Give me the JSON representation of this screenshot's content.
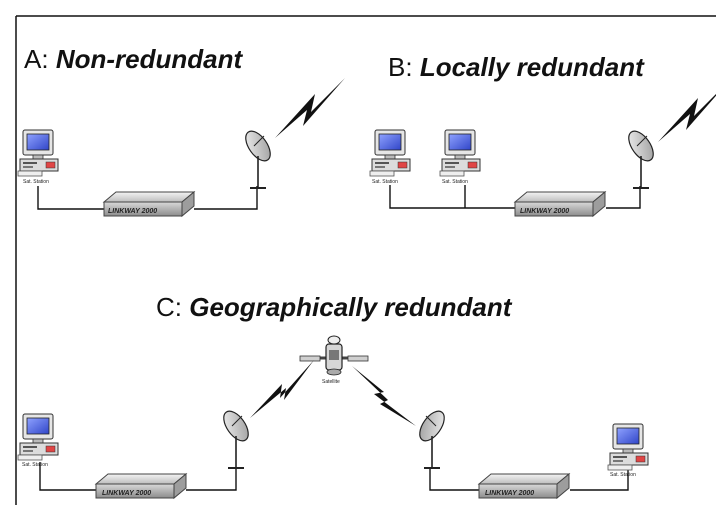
{
  "diagram": {
    "panels": [
      {
        "prefix": "A:",
        "name": "Non-redundant"
      },
      {
        "prefix": "B:",
        "name": "Locally redundant"
      },
      {
        "prefix": "C:",
        "name": "Geographically redundant"
      }
    ],
    "box_label": "LINKWAY 2000",
    "station_label": "Sat. Station",
    "satellite_label": "Satellite"
  }
}
